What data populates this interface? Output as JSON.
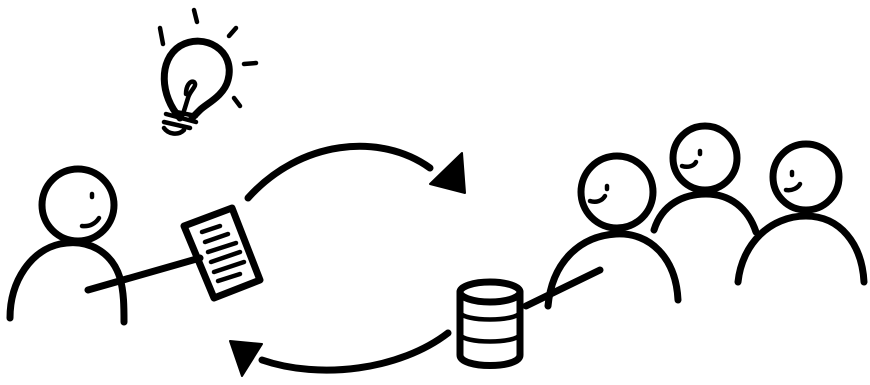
{
  "diagram": {
    "style": "hand-drawn sketch",
    "ink_color": "#000000",
    "background_color": "#ffffff",
    "elements": [
      {
        "name": "idea",
        "icon": "lightbulb-icon"
      },
      {
        "name": "presenter",
        "icon": "person-icon"
      },
      {
        "name": "document",
        "icon": "tablet-document-icon"
      },
      {
        "name": "data",
        "icon": "database-icon"
      },
      {
        "name": "audience",
        "icon": "group-icon",
        "count": 3
      }
    ],
    "flows": [
      {
        "from": "document",
        "to": "audience",
        "direction": "right",
        "icon": "curved-arrow-right-icon"
      },
      {
        "from": "data",
        "to": "presenter",
        "direction": "left",
        "icon": "curved-arrow-left-icon"
      }
    ]
  }
}
